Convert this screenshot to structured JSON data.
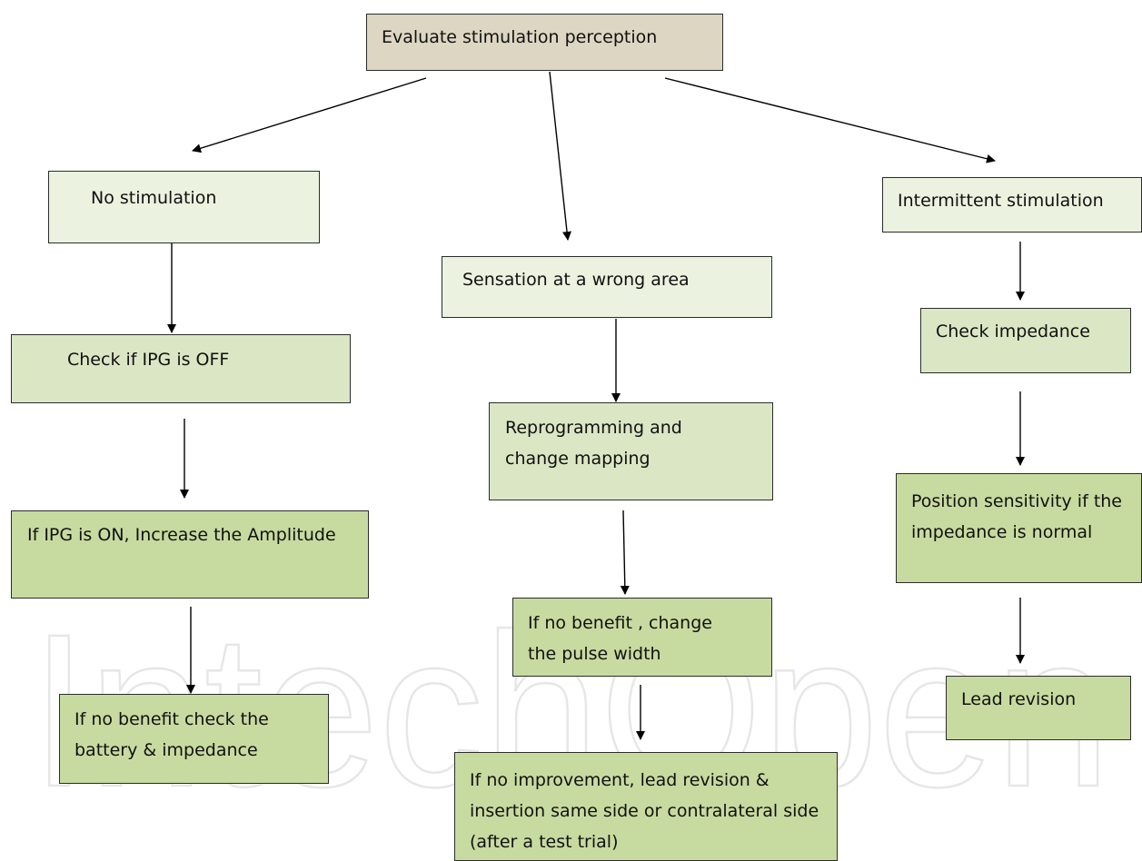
{
  "flowchart": {
    "root": "Evaluate stimulation perception",
    "branches": {
      "left": {
        "title": "No stimulation",
        "steps": [
          "Check if IPG is OFF",
          "If IPG is ON, Increase the Amplitude",
          "If no benefit check the battery & impedance"
        ]
      },
      "middle": {
        "title": "Sensation at a wrong area",
        "steps": [
          "Reprogramming and change mapping",
          "If no benefit , change the pulse width",
          "If no improvement, lead revision & insertion same side or contralateral side (after a test trial)"
        ]
      },
      "right": {
        "title": "Intermittent stimulation",
        "steps": [
          "Check impedance",
          "Position sensitivity if the impedance is normal",
          "Lead revision"
        ]
      }
    }
  },
  "watermark": "IntechOpen",
  "colors": {
    "root_fill": "#ddd6c2",
    "level1_fill": "#ebf2df",
    "level2_fill": "#dbe7c4",
    "level3_fill": "#c7dba0",
    "border": "#2b2b2b"
  }
}
